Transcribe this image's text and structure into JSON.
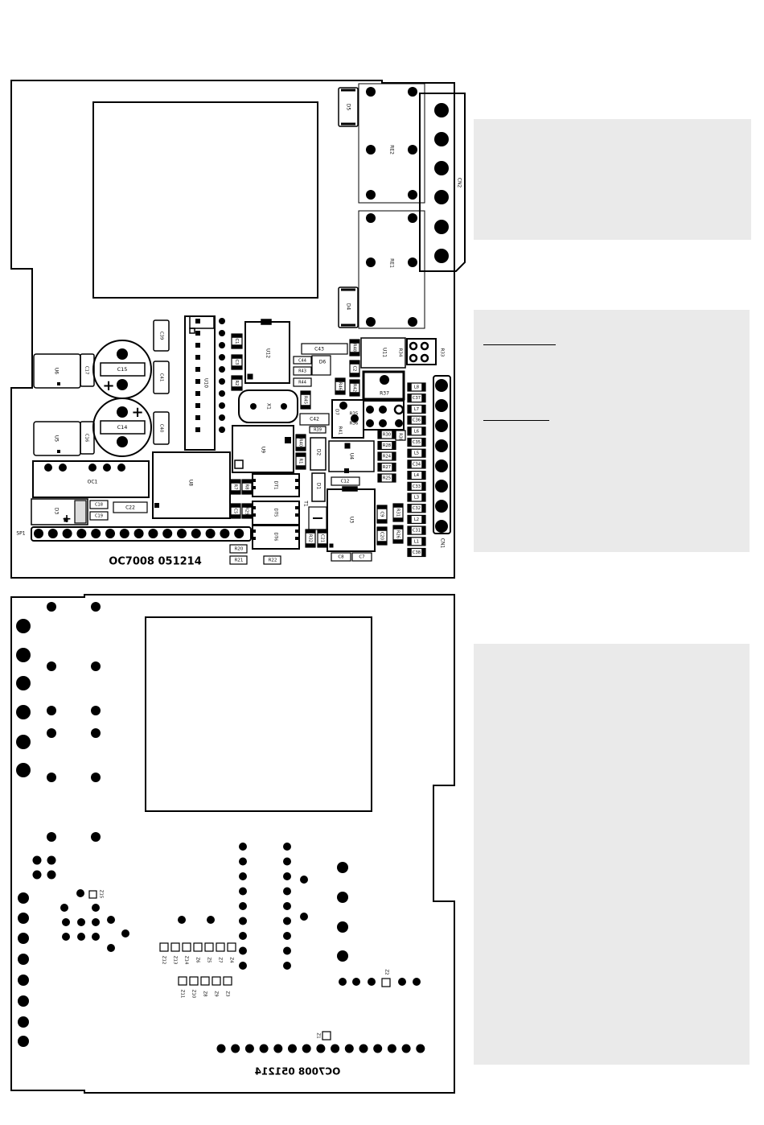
{
  "top_board": {
    "footer_label": "OC7008 051214",
    "parts": [
      {
        "ref": "D5"
      },
      {
        "ref": "RE2"
      },
      {
        "ref": "CN2"
      },
      {
        "ref": "RE1"
      },
      {
        "ref": "D4"
      },
      {
        "ref": "C39"
      },
      {
        "ref": "U10"
      },
      {
        "ref": "C1"
      },
      {
        "ref": "C3"
      },
      {
        "ref": "R2"
      },
      {
        "ref": "U12"
      },
      {
        "ref": "C43"
      },
      {
        "ref": "C44"
      },
      {
        "ref": "R43"
      },
      {
        "ref": "R44"
      },
      {
        "ref": "D6"
      },
      {
        "ref": "R48"
      },
      {
        "ref": "C2"
      },
      {
        "ref": "R42"
      },
      {
        "ref": "R46"
      },
      {
        "ref": "U11"
      },
      {
        "ref": "R34"
      },
      {
        "ref": "R33"
      },
      {
        "ref": "R37"
      },
      {
        "ref": "U6"
      },
      {
        "ref": "C17"
      },
      {
        "ref": "C15"
      },
      {
        "ref": "C41"
      },
      {
        "ref": "X1"
      },
      {
        "ref": "R45"
      },
      {
        "ref": "C42"
      },
      {
        "ref": "D7"
      },
      {
        "ref": "R35"
      },
      {
        "ref": "R36"
      },
      {
        "ref": "R41"
      },
      {
        "ref": "U5"
      },
      {
        "ref": "C16"
      },
      {
        "ref": "C14"
      },
      {
        "ref": "C40"
      },
      {
        "ref": "U9"
      },
      {
        "ref": "R39"
      },
      {
        "ref": "R40"
      },
      {
        "ref": "D2"
      },
      {
        "ref": "U4"
      },
      {
        "ref": "R30"
      },
      {
        "ref": "R28"
      },
      {
        "ref": "R24"
      },
      {
        "ref": "R27"
      },
      {
        "ref": "R25"
      },
      {
        "ref": "OC1"
      },
      {
        "ref": "U8"
      },
      {
        "ref": "DT1"
      },
      {
        "ref": "D1"
      },
      {
        "ref": "C12"
      },
      {
        "ref": "R38"
      },
      {
        "ref": "L8"
      },
      {
        "ref": "C37"
      },
      {
        "ref": "L7"
      },
      {
        "ref": "C36"
      },
      {
        "ref": "L6"
      },
      {
        "ref": "C35"
      },
      {
        "ref": "L5"
      },
      {
        "ref": "C34"
      },
      {
        "ref": "L4"
      },
      {
        "ref": "C33"
      },
      {
        "ref": "L3"
      },
      {
        "ref": "C32"
      },
      {
        "ref": "L2"
      },
      {
        "ref": "C31"
      },
      {
        "ref": "L1"
      },
      {
        "ref": "C38"
      },
      {
        "ref": "D3"
      },
      {
        "ref": "C18"
      },
      {
        "ref": "C19"
      },
      {
        "ref": "C22"
      },
      {
        "ref": "DT5"
      },
      {
        "ref": "DT6"
      },
      {
        "ref": "T1"
      },
      {
        "ref": "U3"
      },
      {
        "ref": "R31"
      },
      {
        "ref": "C9"
      },
      {
        "ref": "R26"
      },
      {
        "ref": "C8"
      },
      {
        "ref": "C7"
      },
      {
        "ref": "SP1"
      },
      {
        "ref": "CN1"
      },
      {
        "ref": "R20"
      },
      {
        "ref": "R21"
      },
      {
        "ref": "R22"
      },
      {
        "ref": "R32"
      },
      {
        "ref": "C5"
      },
      {
        "ref": "C20"
      },
      {
        "ref": "C21"
      },
      {
        "ref": "R7"
      },
      {
        "ref": "R8"
      },
      {
        "ref": "R29"
      },
      {
        "ref": "R1"
      }
    ]
  },
  "bottom_board": {
    "footer_label": "OC7008 051214",
    "parts": [
      {
        "ref": "Z15"
      },
      {
        "ref": "Z12"
      },
      {
        "ref": "Z13"
      },
      {
        "ref": "Z14"
      },
      {
        "ref": "Z6"
      },
      {
        "ref": "Z5"
      },
      {
        "ref": "Z7"
      },
      {
        "ref": "Z4"
      },
      {
        "ref": "Z11"
      },
      {
        "ref": "Z10"
      },
      {
        "ref": "Z8"
      },
      {
        "ref": "Z9"
      },
      {
        "ref": "Z3"
      },
      {
        "ref": "Z2"
      },
      {
        "ref": "Z1"
      }
    ]
  },
  "side_panels": {
    "panel_1": {
      "text": ""
    },
    "panel_2": {
      "text": ""
    },
    "panel_3": {
      "text": ""
    }
  }
}
